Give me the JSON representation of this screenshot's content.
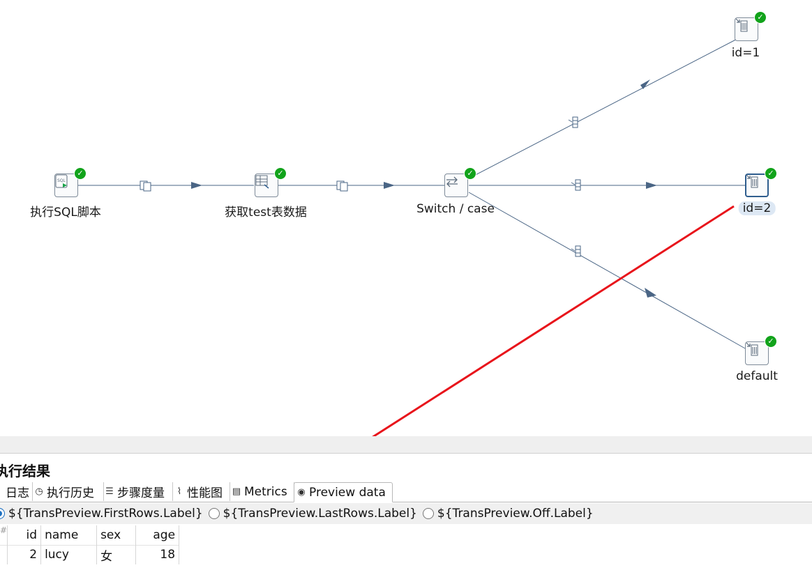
{
  "canvas": {
    "steps": [
      {
        "id": "exec_sql",
        "label": "执行SQL脚本",
        "icon": "sql-script-icon",
        "status": "ok"
      },
      {
        "id": "table_input",
        "label": "获取test表数据",
        "icon": "table-input-icon",
        "status": "ok"
      },
      {
        "id": "switch_case",
        "label": "Switch / case",
        "icon": "switch-case-icon",
        "status": "ok"
      },
      {
        "id": "id1",
        "label": "id=1",
        "icon": "dummy-step-icon",
        "status": "ok"
      },
      {
        "id": "id2",
        "label": "id=2",
        "icon": "dummy-step-icon",
        "status": "ok",
        "selected": true
      },
      {
        "id": "default",
        "label": "default",
        "icon": "dummy-step-icon",
        "status": "ok"
      }
    ],
    "colors": {
      "hop": "#4a6585",
      "ok": "#12a31b",
      "annotation_arrow": "#e8141b"
    }
  },
  "panel": {
    "title": "执行结果",
    "tabs": [
      {
        "label": "日志",
        "icon": "log-icon"
      },
      {
        "label": "执行历史",
        "icon": "history-icon"
      },
      {
        "label": "步骤度量",
        "icon": "step-metrics-icon"
      },
      {
        "label": "性能图",
        "icon": "performance-chart-icon"
      },
      {
        "label": "Metrics",
        "icon": "metrics-icon"
      },
      {
        "label": "Preview data",
        "icon": "eye-icon",
        "active": true
      }
    ],
    "preview_options": [
      {
        "label": "${TransPreview.FirstRows.Label}",
        "checked": true
      },
      {
        "label": "${TransPreview.LastRows.Label}",
        "checked": false
      },
      {
        "label": "${TransPreview.Off.Label}",
        "checked": false
      }
    ],
    "table": {
      "row_header_glyph": "#",
      "columns": [
        "id",
        "name",
        "sex",
        "age"
      ],
      "rows": [
        [
          "2",
          "lucy",
          "女",
          "18"
        ]
      ]
    }
  }
}
